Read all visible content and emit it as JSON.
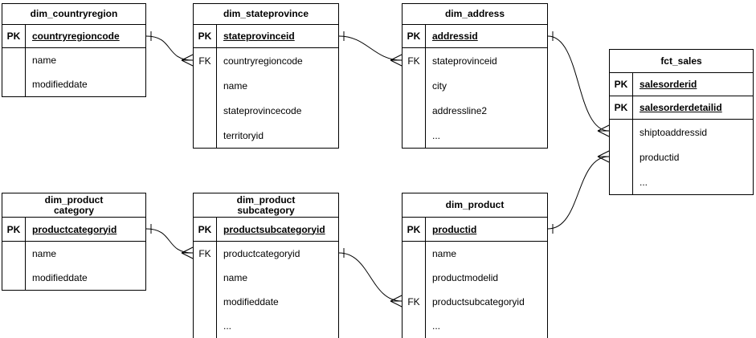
{
  "diagram": {
    "notation": "crow-foot-er",
    "colors": {
      "line": "#000000",
      "text": "#000000",
      "background": "#ffffff"
    },
    "tables": [
      {
        "title_lines": [
          "dim_countryregion"
        ],
        "rows": [
          {
            "key": "PK",
            "field": "countryregioncode",
            "is_pk": true
          },
          {
            "key": "",
            "field": "name"
          },
          {
            "key": "",
            "field": "modifieddate"
          }
        ]
      },
      {
        "title_lines": [
          "dim_stateprovince"
        ],
        "rows": [
          {
            "key": "PK",
            "field": "stateprovinceid",
            "is_pk": true
          },
          {
            "key": "FK",
            "field": "countryregioncode"
          },
          {
            "key": "",
            "field": "name"
          },
          {
            "key": "",
            "field": "stateprovincecode"
          },
          {
            "key": "",
            "field": "territoryid"
          }
        ]
      },
      {
        "title_lines": [
          "dim_address"
        ],
        "rows": [
          {
            "key": "PK",
            "field": "addressid",
            "is_pk": true
          },
          {
            "key": "FK",
            "field": "stateprovinceid"
          },
          {
            "key": "",
            "field": "city"
          },
          {
            "key": "",
            "field": "addressline2"
          },
          {
            "key": "",
            "field": "..."
          }
        ]
      },
      {
        "title_lines": [
          "fct_sales"
        ],
        "rows": [
          {
            "key": "PK",
            "field": "salesorderid",
            "is_pk": true
          },
          {
            "key": "PK",
            "field": "salesorderdetailid",
            "is_pk": true
          },
          {
            "key": "",
            "field": "shiptoaddressid"
          },
          {
            "key": "",
            "field": "productid"
          },
          {
            "key": "",
            "field": "..."
          }
        ]
      },
      {
        "title_lines": [
          "dim_product",
          "category"
        ],
        "rows": [
          {
            "key": "PK",
            "field": "productcategoryid",
            "is_pk": true
          },
          {
            "key": "",
            "field": "name"
          },
          {
            "key": "",
            "field": "modifieddate"
          }
        ]
      },
      {
        "title_lines": [
          "dim_product",
          "subcategory"
        ],
        "rows": [
          {
            "key": "PK",
            "field": "productsubcategoryid",
            "is_pk": true
          },
          {
            "key": "FK",
            "field": "productcategoryid"
          },
          {
            "key": "",
            "field": "name"
          },
          {
            "key": "",
            "field": "modifieddate"
          },
          {
            "key": "",
            "field": "..."
          }
        ]
      },
      {
        "title_lines": [
          "dim_product"
        ],
        "rows": [
          {
            "key": "PK",
            "field": "productid",
            "is_pk": true
          },
          {
            "key": "",
            "field": "name"
          },
          {
            "key": "",
            "field": "productmodelid"
          },
          {
            "key": "FK",
            "field": "productsubcategoryid"
          },
          {
            "key": "",
            "field": "..."
          }
        ]
      }
    ],
    "relations": [
      {
        "from_table": "dim_countryregion",
        "from_field": "countryregioncode",
        "from_cardinality": "one",
        "to_table": "dim_stateprovince",
        "to_field": "countryregioncode",
        "to_cardinality": "many"
      },
      {
        "from_table": "dim_stateprovince",
        "from_field": "stateprovinceid",
        "from_cardinality": "one",
        "to_table": "dim_address",
        "to_field": "stateprovinceid",
        "to_cardinality": "many"
      },
      {
        "from_table": "dim_address",
        "from_field": "addressid",
        "from_cardinality": "one",
        "to_table": "fct_sales",
        "to_field": "shiptoaddressid",
        "to_cardinality": "many"
      },
      {
        "from_table": "dim_product category",
        "from_field": "productcategoryid",
        "from_cardinality": "one",
        "to_table": "dim_product subcategory",
        "to_field": "productcategoryid",
        "to_cardinality": "many"
      },
      {
        "from_table": "dim_product subcategory",
        "from_field": "productsubcategoryid",
        "from_cardinality": "one",
        "to_table": "dim_product",
        "to_field": "productsubcategoryid",
        "to_cardinality": "many"
      },
      {
        "from_table": "dim_product",
        "from_field": "productid",
        "from_cardinality": "one",
        "to_table": "fct_sales",
        "to_field": "productid",
        "to_cardinality": "many"
      }
    ]
  }
}
